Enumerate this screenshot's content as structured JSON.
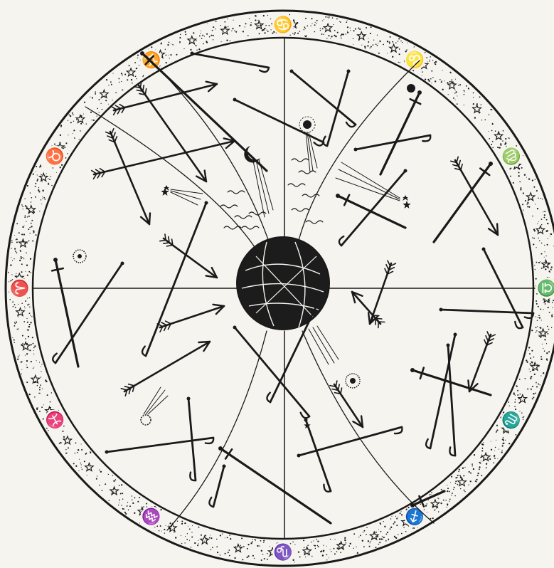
{
  "figure": {
    "zodiac_glyphs": [
      {
        "symbol": "♋",
        "name": "cancer"
      },
      {
        "symbol": "♌",
        "name": "leo"
      },
      {
        "symbol": "♍",
        "name": "virgo"
      },
      {
        "symbol": "♎",
        "name": "libra"
      },
      {
        "symbol": "♏",
        "name": "scorpio"
      },
      {
        "symbol": "♐",
        "name": "sagittarius"
      },
      {
        "symbol": "♑",
        "name": "capricorn"
      },
      {
        "symbol": "♒",
        "name": "aquarius"
      },
      {
        "symbol": "♓",
        "name": "pisces"
      },
      {
        "symbol": "♈",
        "name": "aries"
      },
      {
        "symbol": "♉",
        "name": "taurus"
      },
      {
        "symbol": "♊",
        "name": "gemini"
      }
    ],
    "colors": {
      "ink": "#1a1a1a",
      "paper": "#f6f4ef",
      "earth": "#1c1c1c"
    },
    "icons": [
      "zodiac-ring",
      "earth-globe",
      "arrow-icons",
      "sword-icons",
      "staff-icons",
      "comet-icons",
      "star-icons",
      "crescent-moon-icon",
      "sun-icon"
    ]
  }
}
